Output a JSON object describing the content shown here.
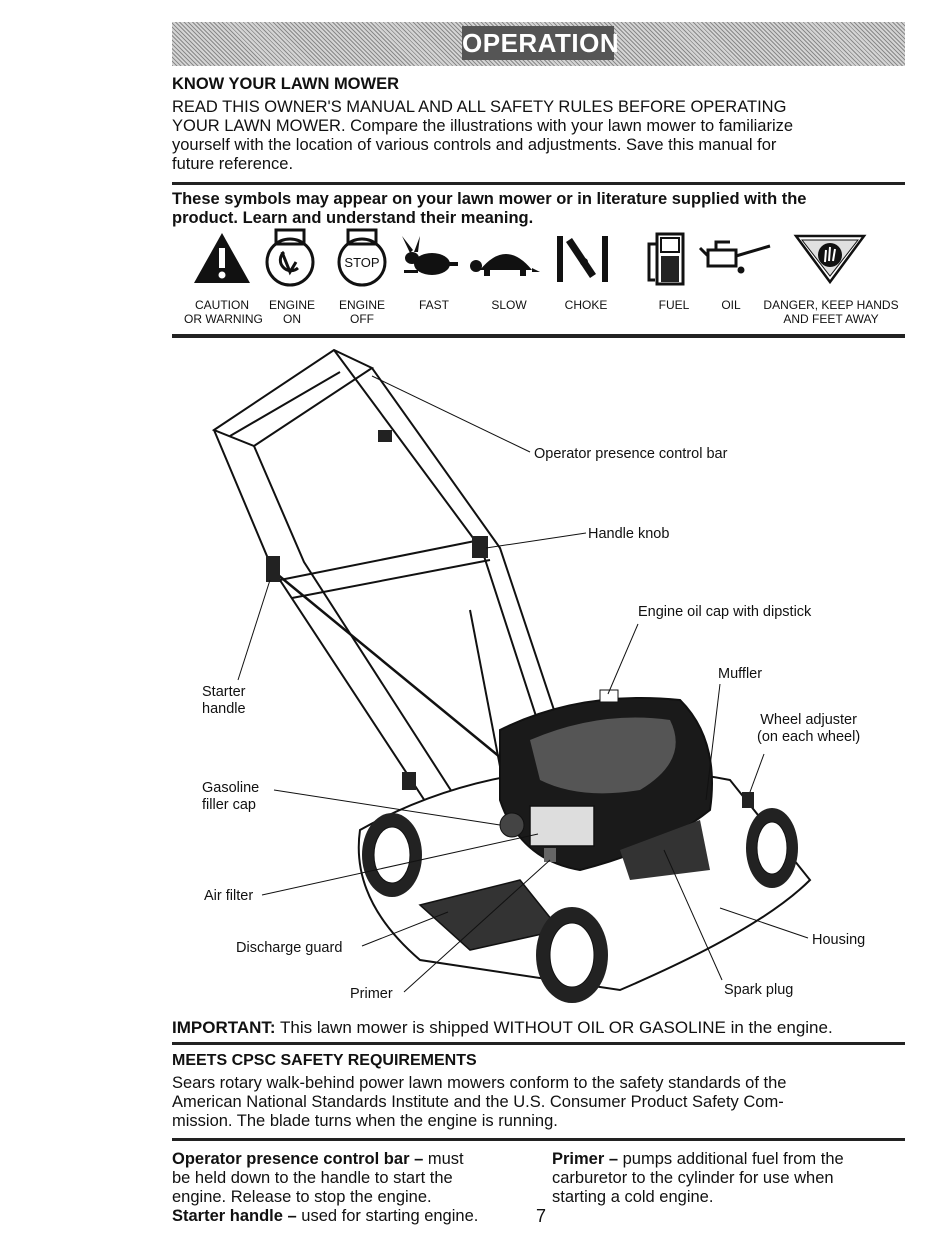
{
  "banner": {
    "title": "OPERATION"
  },
  "know": {
    "heading": "KNOW YOUR LAWN MOWER",
    "lines": [
      "READ THIS OWNER'S MANUAL AND ALL SAFETY RULES BEFORE OPERATING",
      "YOUR LAWN MOWER.  Compare the illustrations with your lawn mower to familiarize",
      "yourself with the location of various controls and adjustments.  Save this manual for",
      "future reference."
    ]
  },
  "symbols": {
    "note_lines": [
      "These symbols may appear on your lawn mower or in literature supplied with the",
      "product.  Learn and understand their meaning."
    ],
    "items": [
      {
        "icon": "caution-warning-icon",
        "label1": "CAUTION",
        "label2": "OR WARNING"
      },
      {
        "icon": "engine-on-icon",
        "label1": "ENGINE",
        "label2": "ON"
      },
      {
        "icon": "engine-off-icon",
        "label1": "ENGINE",
        "label2": "OFF",
        "glyph": "STOP"
      },
      {
        "icon": "fast-rabbit-icon",
        "label1": "FAST",
        "label2": ""
      },
      {
        "icon": "slow-turtle-icon",
        "label1": "SLOW",
        "label2": ""
      },
      {
        "icon": "choke-icon",
        "label1": "CHOKE",
        "label2": ""
      },
      {
        "icon": "fuel-pump-icon",
        "label1": "FUEL",
        "label2": ""
      },
      {
        "icon": "oil-can-icon",
        "label1": "OIL",
        "label2": ""
      },
      {
        "icon": "hand-danger-icon",
        "label1": "DANGER, KEEP HANDS",
        "label2": "AND FEET AWAY"
      }
    ]
  },
  "diagram": {
    "callouts": {
      "operator_bar": "Operator presence control bar",
      "handle_knob": "Handle knob",
      "oil_cap": "Engine oil cap with dipstick",
      "muffler": "Muffler",
      "wheel_adjuster_1": "Wheel adjuster",
      "wheel_adjuster_2": "(on each wheel)",
      "starter_1": "Starter",
      "starter_2": "handle",
      "gas_1": "Gasoline",
      "gas_2": "filler cap",
      "air_filter": "Air filter",
      "discharge_guard": "Discharge guard",
      "housing": "Housing",
      "primer": "Primer",
      "spark_plug": "Spark plug"
    }
  },
  "important": {
    "label": "IMPORTANT:",
    "text": " This lawn mower is shipped WITHOUT OIL OR GASOLINE in the engine."
  },
  "cpsc": {
    "heading": "MEETS CPSC SAFETY REQUIREMENTS",
    "lines": [
      "Sears rotary walk-behind power lawn mowers conform to the safety standards of the",
      "American National Standards Institute and the U.S. Consumer Product Safety Com-",
      "mission.  The blade turns when the engine is running."
    ]
  },
  "definitions": {
    "operator_term": "Operator presence control bar –",
    "operator_lines": [
      " must",
      "be held down to the handle to start the",
      "engine.  Release to stop the engine."
    ],
    "starter_term": "Starter handle –",
    "starter_text": " used for starting engine.",
    "primer_term": "Primer –",
    "primer_lines": [
      " pumps additional fuel from the",
      "carburetor to the cylinder for use when",
      "starting a cold engine."
    ]
  },
  "page_number": "7"
}
